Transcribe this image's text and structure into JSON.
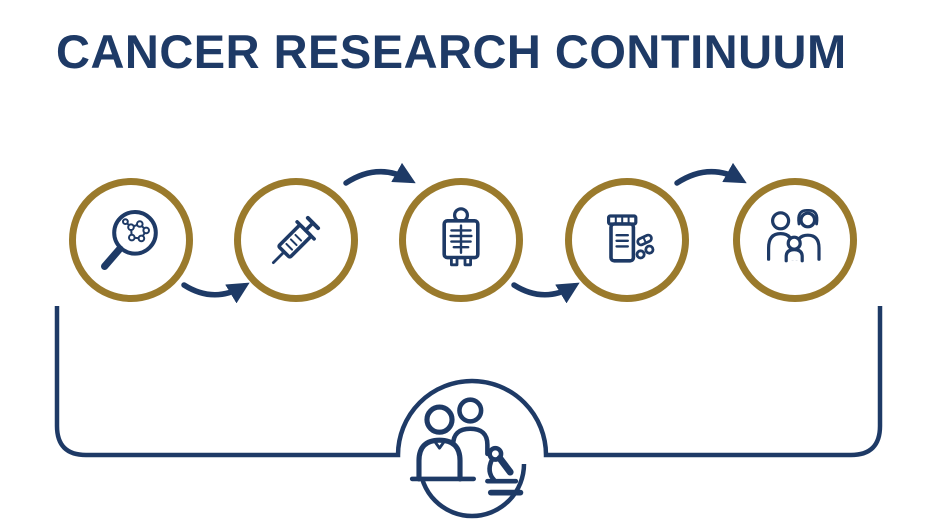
{
  "title": "CANCER RESEARCH CONTINUUM",
  "colors": {
    "navy": "#1e3a66",
    "gold": "#9a7a2c",
    "background": "#ffffff"
  },
  "stages": [
    {
      "name": "discovery",
      "icon": "magnifier-molecule-icon"
    },
    {
      "name": "preclinical-testing",
      "icon": "syringe-icon"
    },
    {
      "name": "clinical-imaging",
      "icon": "xray-patient-icon"
    },
    {
      "name": "treatment",
      "icon": "pill-bottle-icon"
    },
    {
      "name": "community",
      "icon": "family-icon"
    }
  ],
  "feedback": {
    "name": "research-feedback-loop",
    "icon": "researchers-microscope-icon"
  }
}
